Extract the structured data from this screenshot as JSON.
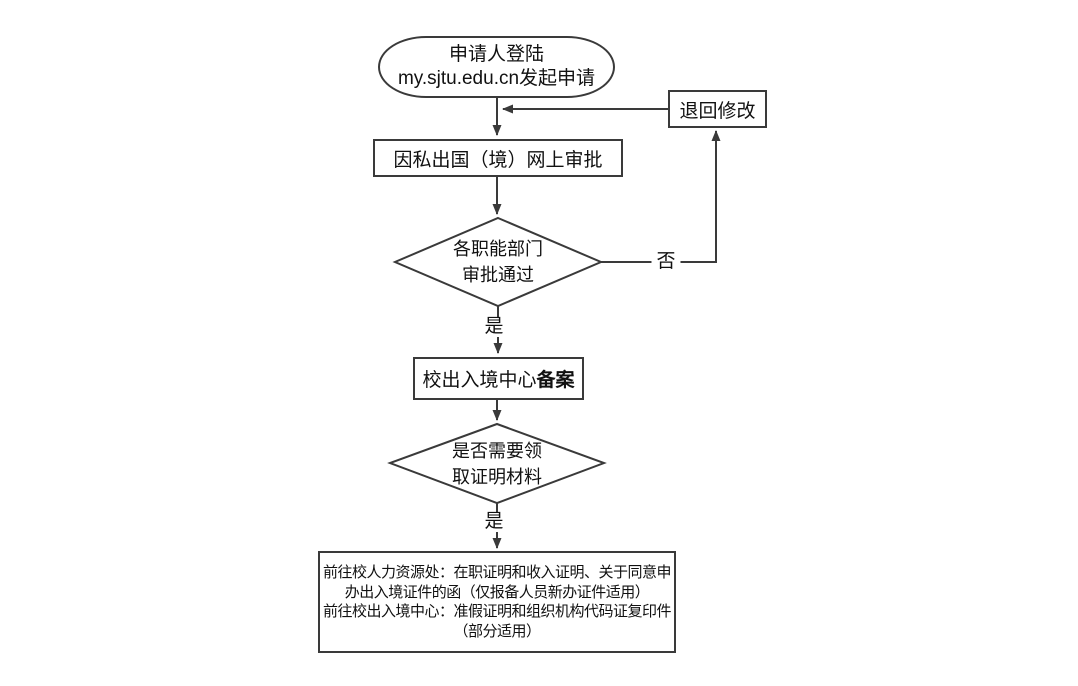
{
  "colors": {
    "stroke": "#3a3a3a",
    "text": "#111111",
    "background": "#ffffff"
  },
  "flowchart": {
    "start": {
      "line1": "申请人登陆",
      "line2": "my.sjtu.edu.cn发起申请"
    },
    "return_modify": {
      "label": "退回修改"
    },
    "online_approval": {
      "label": "因私出国（境）网上审批"
    },
    "dept_decision": {
      "line1": "各职能部门",
      "line2": "审批通过"
    },
    "filing": {
      "prefix": "校出入境中心",
      "emphasis": "备案"
    },
    "materials_decision": {
      "line1": "是否需要领",
      "line2": "取证明材料"
    },
    "pickup_note": {
      "line1": "前往校人力资源处：在职证明和收入证明、关于同意申",
      "line2": "办出入境证件的函（仅报备人员新办证件适用）",
      "line3": "前往校出入境中心：准假证明和组织机构代码证复印件",
      "line4": "（部分适用）"
    },
    "edge_labels": {
      "no": "否",
      "yes_dept": "是",
      "yes_materials": "是"
    }
  }
}
